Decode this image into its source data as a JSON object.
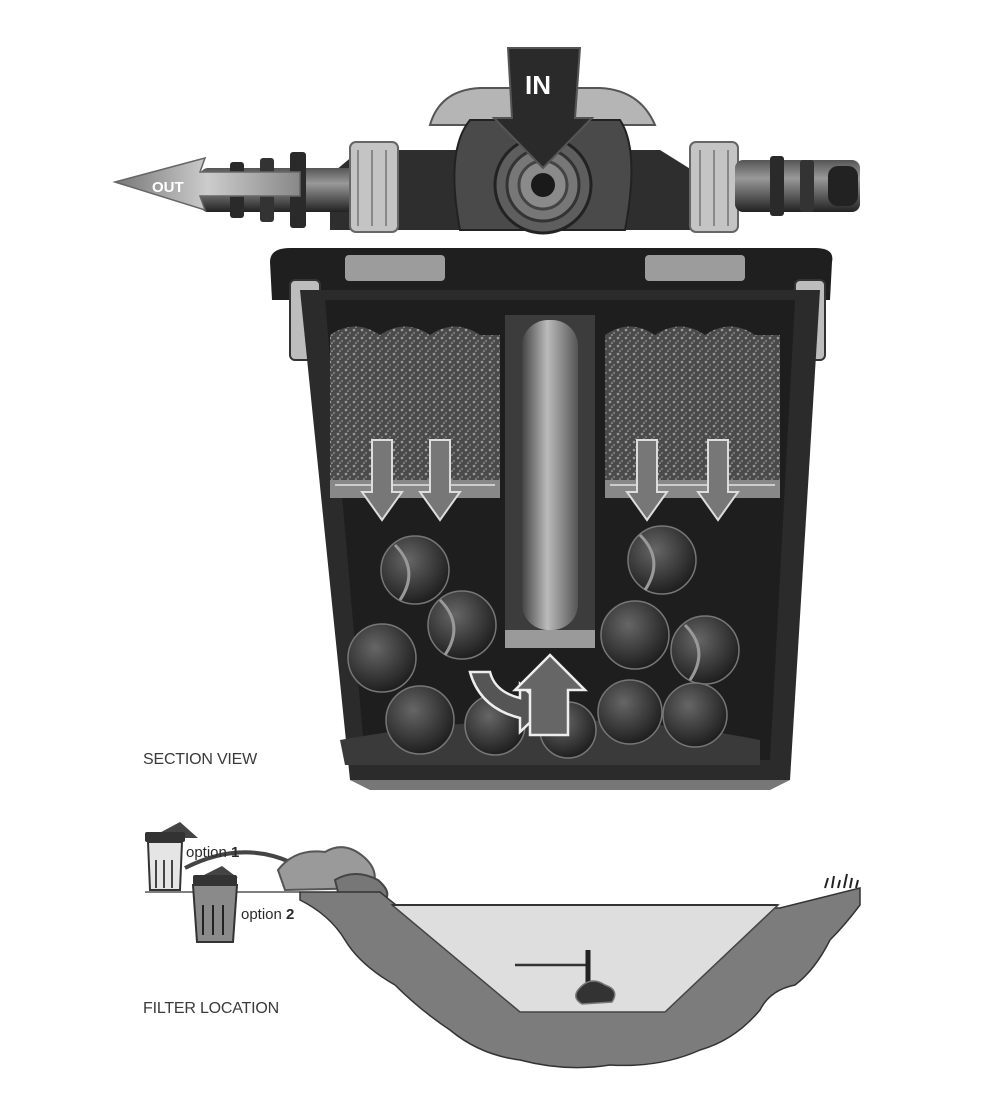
{
  "labels": {
    "in": "IN",
    "out": "OUT",
    "section_view": "SECTION VIEW",
    "filter_location": "FILTER LOCATION",
    "option1_word": "option",
    "option1_num": "1",
    "option2_word": "option",
    "option2_num": "2"
  },
  "colors": {
    "body_dark": "#2b2b2b",
    "body_mid": "#5a5a5a",
    "light_grey": "#bdbdbd",
    "ground": "#7f7f7f",
    "water": "#dcdcdc"
  }
}
